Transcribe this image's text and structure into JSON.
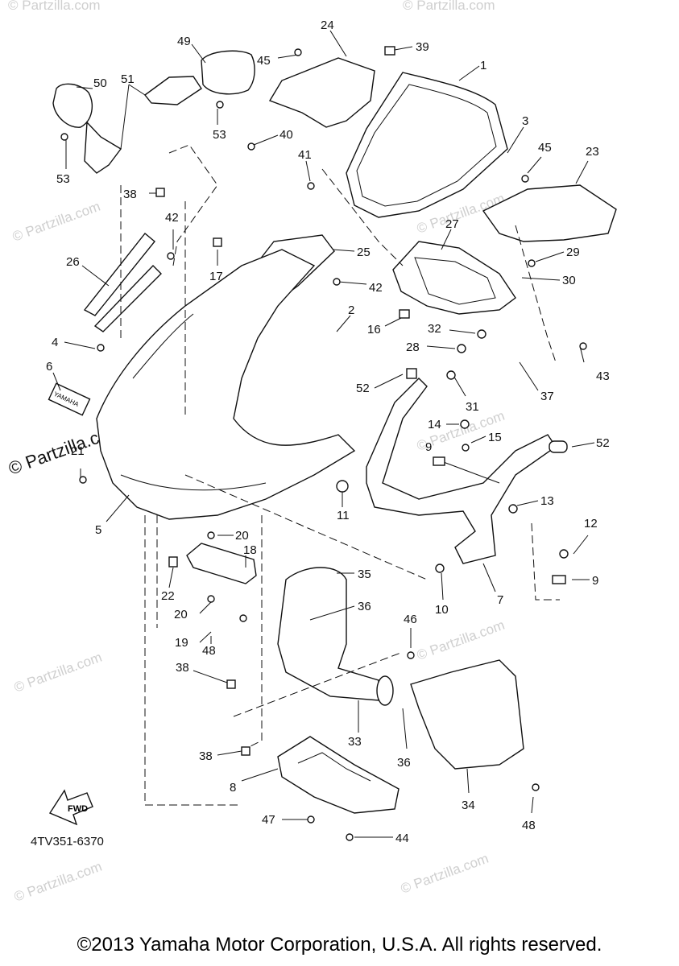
{
  "diagram_code": "4TV351-6370",
  "fwd_label": "FWD",
  "brand_label": "YAMAHA",
  "watermark_main": "© Partzilla.com",
  "watermark_faint": "© Partzilla.com",
  "copyright": "©2013 Yamaha Motor Corporation, U.S.A. All rights reserved.",
  "callouts": [
    {
      "id": "c1",
      "text": "1"
    },
    {
      "id": "c2",
      "text": "2"
    },
    {
      "id": "c3",
      "text": "3"
    },
    {
      "id": "c4",
      "text": "4"
    },
    {
      "id": "c5",
      "text": "5"
    },
    {
      "id": "c6",
      "text": "6"
    },
    {
      "id": "c7",
      "text": "7"
    },
    {
      "id": "c8",
      "text": "8"
    },
    {
      "id": "c9a",
      "text": "9"
    },
    {
      "id": "c9b",
      "text": "9"
    },
    {
      "id": "c10",
      "text": "10"
    },
    {
      "id": "c11",
      "text": "11"
    },
    {
      "id": "c12",
      "text": "12"
    },
    {
      "id": "c13",
      "text": "13"
    },
    {
      "id": "c14",
      "text": "14"
    },
    {
      "id": "c15",
      "text": "15"
    },
    {
      "id": "c16",
      "text": "16"
    },
    {
      "id": "c17",
      "text": "17"
    },
    {
      "id": "c18",
      "text": "18"
    },
    {
      "id": "c19",
      "text": "19"
    },
    {
      "id": "c20a",
      "text": "20"
    },
    {
      "id": "c20b",
      "text": "20"
    },
    {
      "id": "c21",
      "text": "21"
    },
    {
      "id": "c22",
      "text": "22"
    },
    {
      "id": "c23",
      "text": "23"
    },
    {
      "id": "c24",
      "text": "24"
    },
    {
      "id": "c25",
      "text": "25"
    },
    {
      "id": "c26",
      "text": "26"
    },
    {
      "id": "c27",
      "text": "27"
    },
    {
      "id": "c28",
      "text": "28"
    },
    {
      "id": "c29",
      "text": "29"
    },
    {
      "id": "c30",
      "text": "30"
    },
    {
      "id": "c31",
      "text": "31"
    },
    {
      "id": "c32",
      "text": "32"
    },
    {
      "id": "c33",
      "text": "33"
    },
    {
      "id": "c34",
      "text": "34"
    },
    {
      "id": "c35",
      "text": "35"
    },
    {
      "id": "c36a",
      "text": "36"
    },
    {
      "id": "c36b",
      "text": "36"
    },
    {
      "id": "c37",
      "text": "37"
    },
    {
      "id": "c38a",
      "text": "38"
    },
    {
      "id": "c38b",
      "text": "38"
    },
    {
      "id": "c38c",
      "text": "38"
    },
    {
      "id": "c39",
      "text": "39"
    },
    {
      "id": "c40",
      "text": "40"
    },
    {
      "id": "c41",
      "text": "41"
    },
    {
      "id": "c42a",
      "text": "42"
    },
    {
      "id": "c42b",
      "text": "42"
    },
    {
      "id": "c43",
      "text": "43"
    },
    {
      "id": "c44",
      "text": "44"
    },
    {
      "id": "c45a",
      "text": "45"
    },
    {
      "id": "c45b",
      "text": "45"
    },
    {
      "id": "c46",
      "text": "46"
    },
    {
      "id": "c47",
      "text": "47"
    },
    {
      "id": "c48a",
      "text": "48"
    },
    {
      "id": "c48b",
      "text": "48"
    },
    {
      "id": "c49",
      "text": "49"
    },
    {
      "id": "c50",
      "text": "50"
    },
    {
      "id": "c51",
      "text": "51"
    },
    {
      "id": "c52a",
      "text": "52"
    },
    {
      "id": "c52b",
      "text": "52"
    },
    {
      "id": "c53a",
      "text": "53"
    },
    {
      "id": "c53b",
      "text": "53"
    }
  ]
}
